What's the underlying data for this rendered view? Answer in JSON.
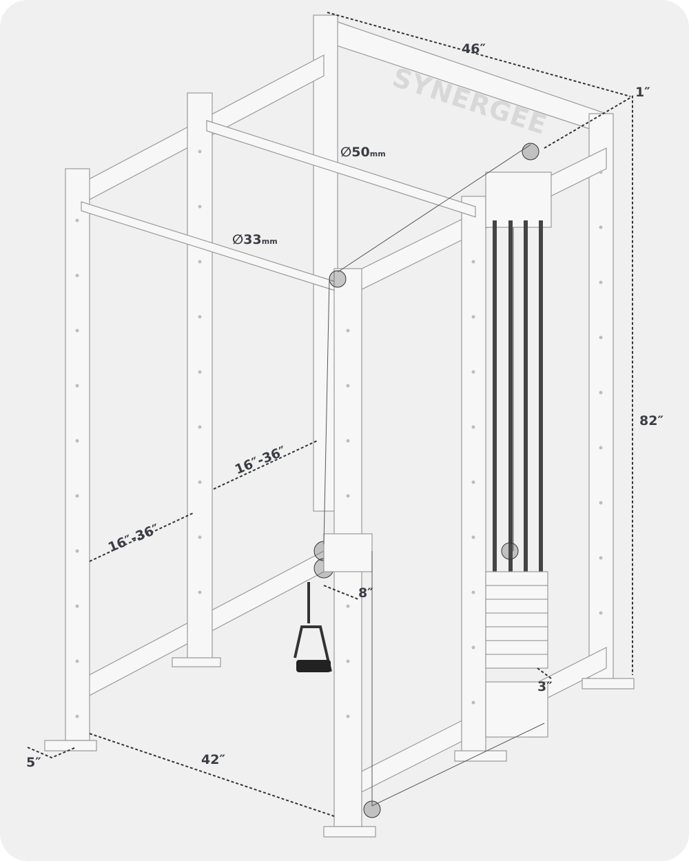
{
  "brand_logo": "SYNERGEE",
  "dimensions": {
    "width_top": "46″",
    "tube_size": "1″",
    "pullup_bar_diameter": "50",
    "pullup_bar_unit": "mm",
    "front_bar_diameter": "33",
    "front_bar_unit": "mm",
    "height": "82″",
    "back_spacing": "16″-36″",
    "front_spacing": "16″-36″",
    "pulley_offset": "8″",
    "stack_offset": "3″",
    "foot_width": "5″",
    "depth_bottom": "42″"
  },
  "colors": {
    "background": "#f0f0f0",
    "text": "#3a3d44",
    "frame": "#f7f7f7",
    "outline": "#9a9a9a"
  }
}
